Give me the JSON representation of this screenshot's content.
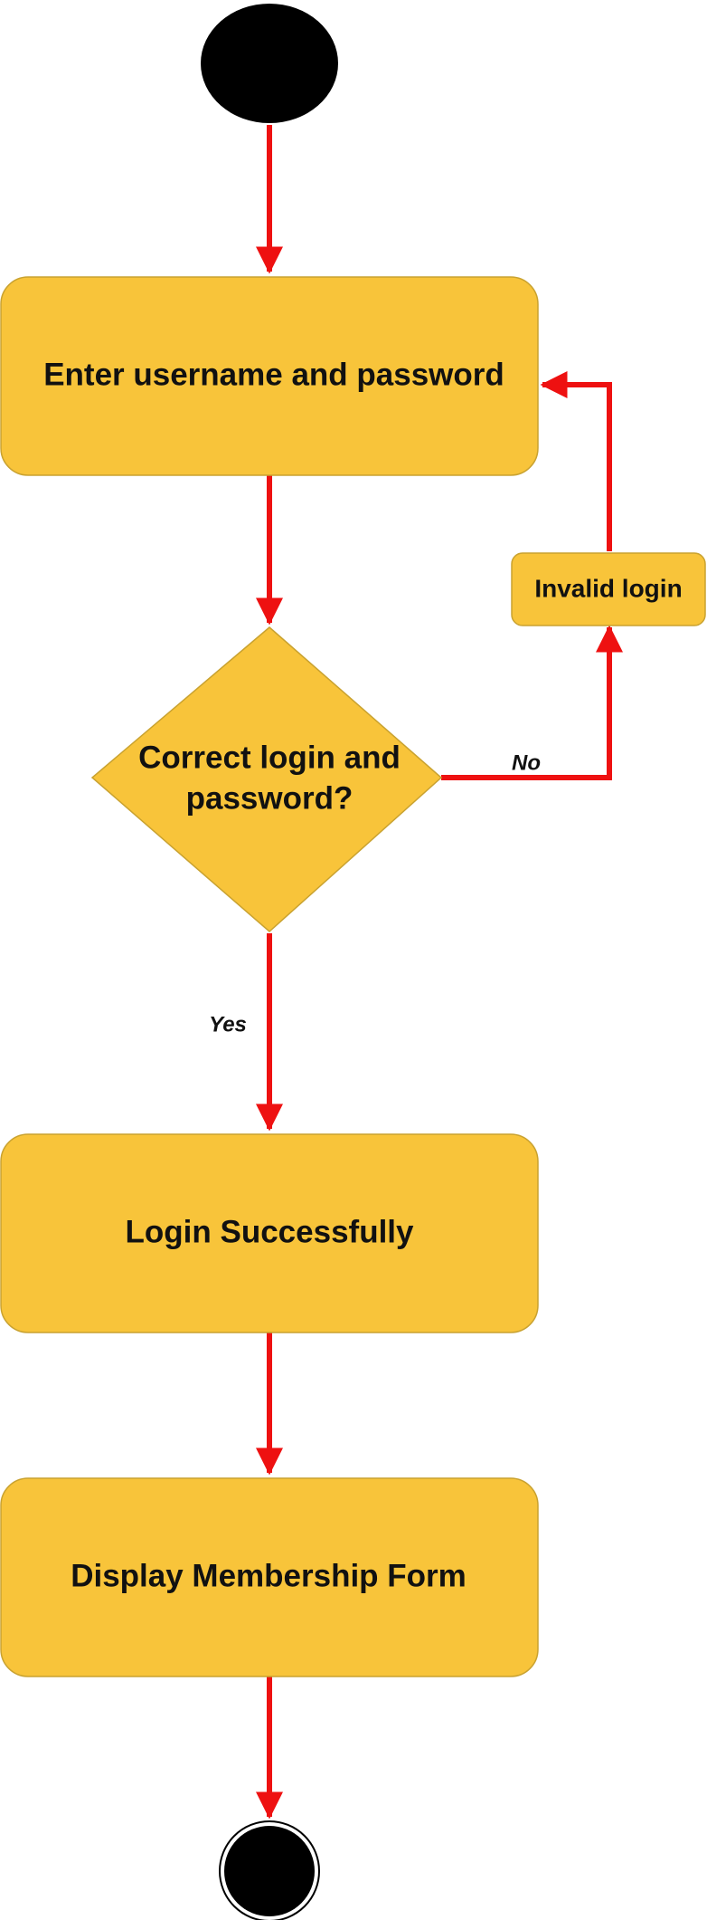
{
  "colors": {
    "node_fill": "#F8C43A",
    "node_stroke": "#C9A230",
    "arrow": "#EE1111",
    "terminal": "#000000",
    "text": "#111111"
  },
  "nodes": {
    "start": {
      "kind": "initial-node"
    },
    "enter_credentials": {
      "label": "Enter username and password"
    },
    "decision": {
      "label_line1": "Correct login and",
      "label_line2": "password?"
    },
    "invalid_login": {
      "label": "Invalid login"
    },
    "login_success": {
      "label": "Login Successfully"
    },
    "display_form": {
      "label": "Display Membership Form"
    },
    "end": {
      "kind": "final-node"
    }
  },
  "edges": {
    "no_label": "No",
    "yes_label": "Yes"
  }
}
